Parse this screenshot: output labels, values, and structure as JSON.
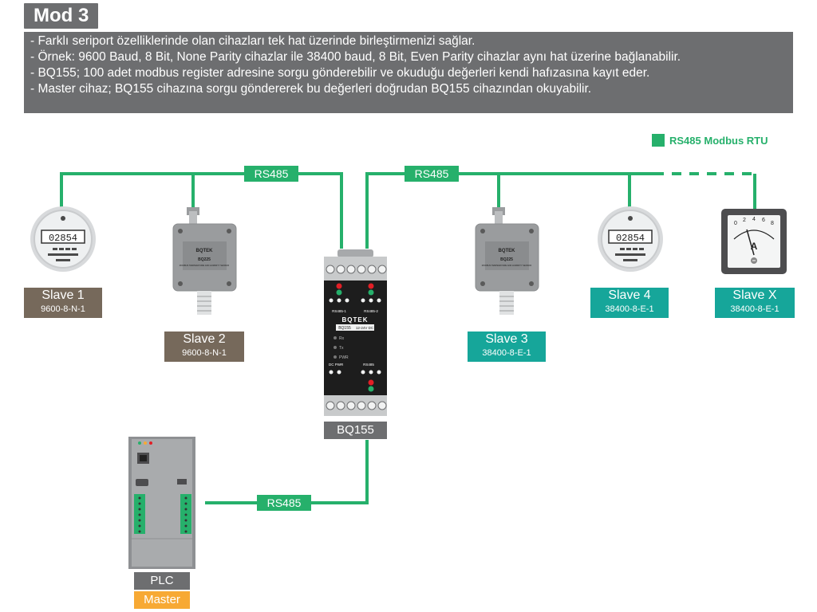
{
  "title": "Mod 3",
  "description": [
    "- Farklı seriport özelliklerinde olan cihazları tek hat üzerinde birleştirmenizi sağlar.",
    "- Örnek: 9600 Baud, 8 Bit, None Parity cihazlar ile 38400 baud, 8 Bit, Even Parity cihazlar aynı hat üzerine bağlanabilir.",
    "- BQ155; 100 adet modbus register adresine sorgu gönderebilir ve okuduğu değerleri kendi hafızasına kayıt eder.",
    "- Master cihaz; BQ155 cihazına sorgu göndererek bu değerleri doğrudan BQ155 cihazından okuyabilir."
  ],
  "legend": {
    "label": "RS485 Modbus RTU",
    "color": "#26b06b"
  },
  "bus_labels": {
    "left": "RS485",
    "right": "RS485",
    "bottom": "RS485"
  },
  "devices": {
    "slave1": {
      "name": "Slave 1",
      "config": "9600-8-N-1",
      "counter": "02854"
    },
    "slave2": {
      "name": "Slave 2",
      "config": "9600-8-N-1",
      "brand": "BQTEK",
      "model": "BQ225",
      "caption": "MODBUS TEMPERATURE AND HUMIDITY SENSOR"
    },
    "slave3": {
      "name": "Slave 3",
      "config": "38400-8-E-1",
      "brand": "BQTEK",
      "model": "BQ225",
      "caption": "MODBUS TEMPERATURE AND HUMIDITY SENSOR"
    },
    "slave4": {
      "name": "Slave 4",
      "config": "38400-8-E-1",
      "counter": "02854"
    },
    "slavex": {
      "name": "Slave X",
      "config": "38400-8-E-1",
      "scale": [
        "0",
        "2",
        "4",
        "6",
        "8"
      ],
      "unit": "A"
    },
    "gateway": {
      "name": "BQ155",
      "brand": "BQTEK",
      "model": "BQ155",
      "voltage": "12-24V DC",
      "port1": "RS485-1",
      "port2": "RS485-2",
      "port3": "RS485",
      "rx": "Rx",
      "tx": "Tx",
      "pwr": "PWR",
      "dcpwr": "DC PWR"
    },
    "plc": {
      "name": "PLC",
      "role": "Master"
    }
  },
  "colors": {
    "bus": "#26b06b",
    "slave_9600": "#76695b",
    "slave_38400": "#16a69a",
    "device_label": "#6d6e70",
    "master": "#f7a934"
  }
}
